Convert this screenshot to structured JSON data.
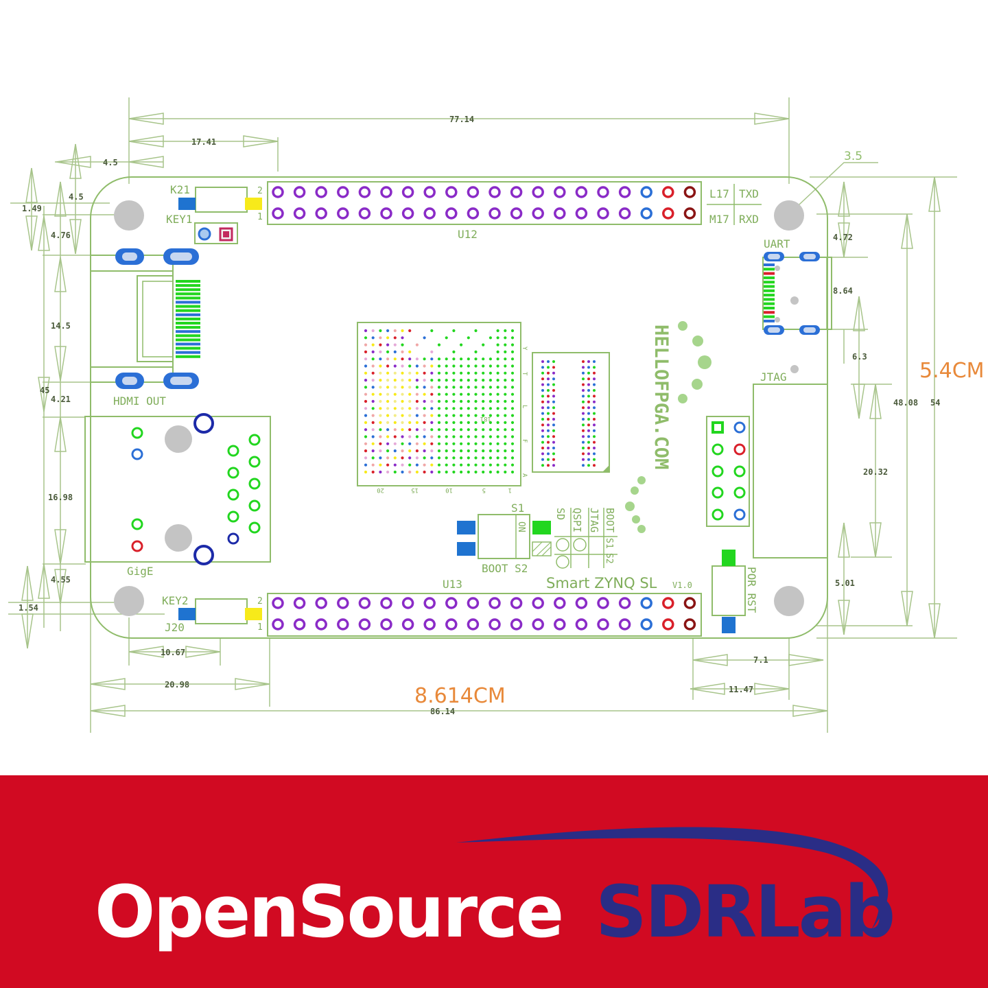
{
  "dimensions": {
    "d_77_14": "77.14",
    "d_17_41": "17.41",
    "d_4_5_a": "4.5",
    "d_4_5_b": "4.5",
    "d_1_49": "1.49",
    "d_4_76": "4.76",
    "d_14_5": "14.5",
    "d_45": "45",
    "d_4_21": "4.21",
    "d_16_98": "16.98",
    "d_4_55": "4.55",
    "d_1_54": "1.54",
    "d_10_67": "10.67",
    "d_20_98": "20.98",
    "d_86_14": "86.14",
    "d_3_5": "3.5",
    "d_4_72": "4.72",
    "d_8_64": "8.64",
    "d_6_3": "6.3",
    "d_48_08": "48.08",
    "d_54": "54",
    "d_20_32": "20.32",
    "d_5_01": "5.01",
    "d_7_1": "7.1",
    "d_11_47": "11.47"
  },
  "callouts": {
    "height_cm": "5.4CM",
    "width_cm": "8.614CM"
  },
  "labels": {
    "k21": "K21",
    "key1": "KEY1",
    "key2": "KEY2",
    "j20": "J20",
    "pin2_top": "2",
    "pin1_top": "1",
    "pin2_bot": "2",
    "pin1_bot": "1",
    "u12": "U12",
    "u13": "U13",
    "l17": "L17",
    "txd": "TXD",
    "m17": "M17",
    "rxd": "RXD",
    "uart": "UART",
    "jtag": "JTAG",
    "hdmi_out": "HDMI OUT",
    "gige": "GigE",
    "s1": "S1",
    "on": "ON",
    "boot_s2": "BOOT S2",
    "sd": "SD",
    "qspi": "QSPI",
    "jtag_mode": "JTAG",
    "boot": "BOOT",
    "s1s2_a": "S1",
    "s1s2_b": "S2",
    "board_name": "Smart ZYNQ SL",
    "version": "V1.0",
    "por_rst": "POR RST",
    "website": "HELLOFPGA.COM",
    "bga_row_y": "Y",
    "bga_row_t": "T",
    "bga_row_l": "L",
    "bga_row_f": "F",
    "bga_row_a": "A",
    "bga_col_20": "20",
    "bga_col_15": "15",
    "bga_col_10": "10",
    "bga_col_5": "5",
    "bga_col_1": "1",
    "bga_mark": "181"
  },
  "banner": {
    "open": "OpenSource",
    "sdr": "SDRLab"
  },
  "colors": {
    "outline": "#8fbc6a",
    "dim_line": "#a7c48a",
    "dim_text": "#4a5a3a",
    "purple": "#8a2bc7",
    "blue": "#2b6fd6",
    "red": "#d9202a",
    "darkred": "#8a1414",
    "green": "#22d61f",
    "yellow": "#f7ea1a",
    "gray": "#bdbdbd",
    "orange": "#e8893a",
    "banner_red": "#d10a22",
    "navy": "#2a2d86"
  }
}
